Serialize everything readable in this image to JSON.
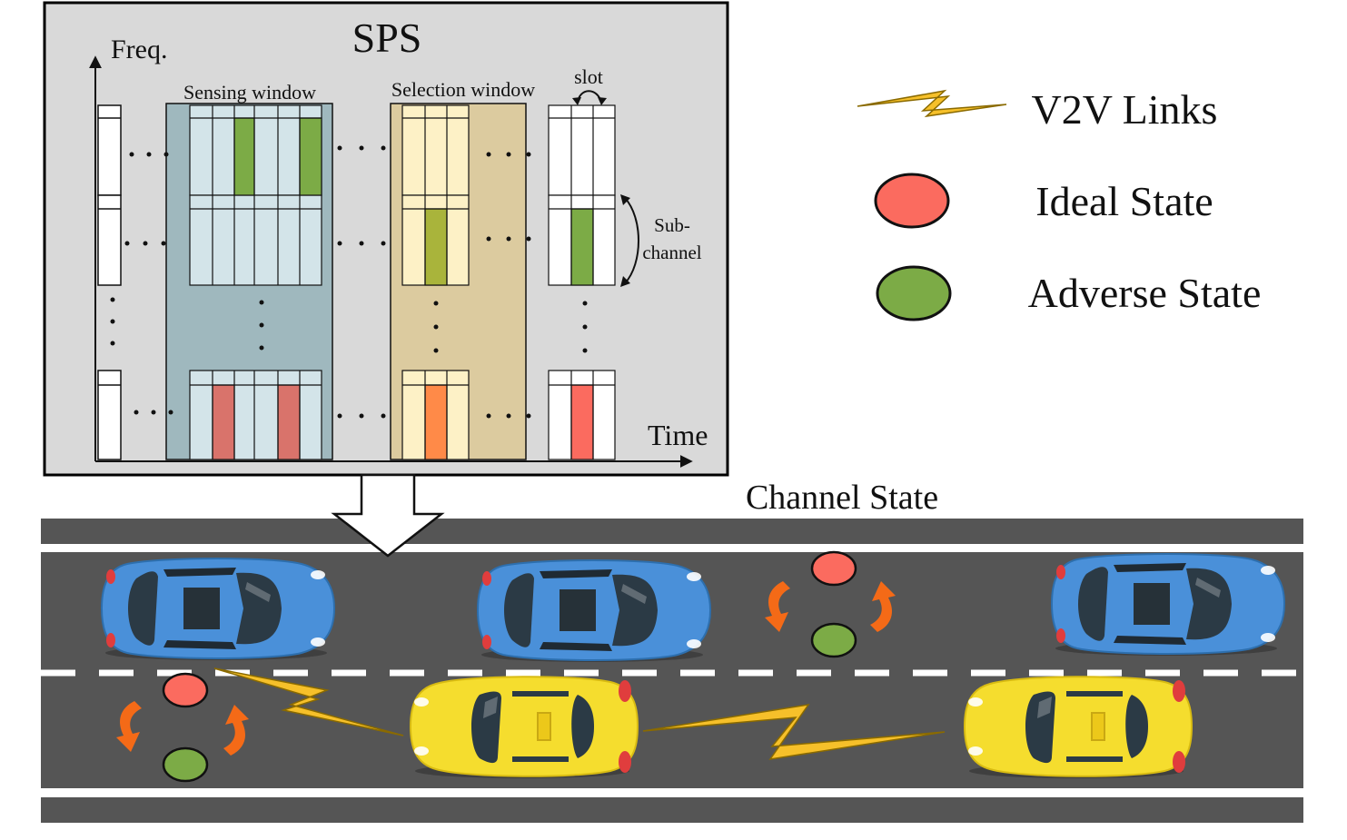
{
  "sps": {
    "title": "SPS",
    "freq_label": "Freq.",
    "time_label": "Time",
    "sensing_window_label": "Sensing window",
    "selection_window_label": "Selection window",
    "slot_label": "slot",
    "subchannel_label_line1": "Sub-",
    "subchannel_label_line2": "channel"
  },
  "channel_state_label": "Channel State",
  "legend": {
    "v2v_links": "V2V Links",
    "ideal_state": "Ideal State",
    "adverse_state": "Adverse State"
  },
  "colors": {
    "ideal": "#fb6b5f",
    "adverse": "#7cab46",
    "sensing_window": "#9fb8be",
    "selection_window": "#dccb9f",
    "road": "#555555",
    "car_blue": "#4a90d9",
    "car_yellow": "#f5dd2e",
    "lightning": "#f6c02a",
    "rotate_arrow": "#f46a17"
  }
}
